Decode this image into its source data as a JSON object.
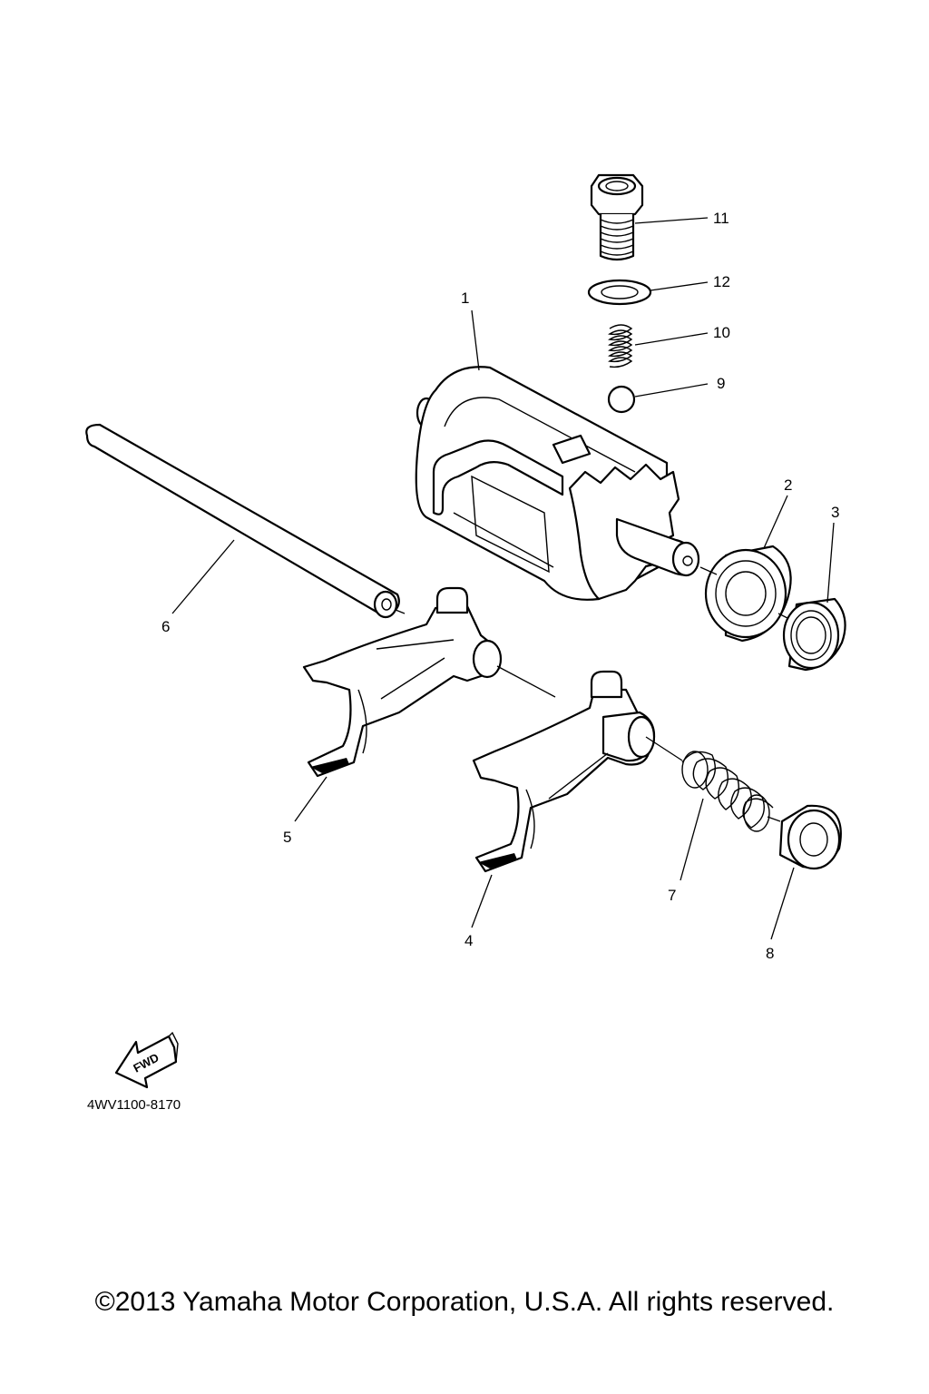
{
  "diagram_code": "4WV1100-8170",
  "copyright": "©2013 Yamaha Motor Corporation, U.S.A. All rights reserved.",
  "fwd_label": "FWD",
  "callouts": {
    "p1": "1",
    "p2": "2",
    "p3": "3",
    "p4": "4",
    "p5": "5",
    "p6": "6",
    "p7": "7",
    "p8": "8",
    "p9": "9",
    "p10": "10",
    "p11": "11",
    "p12": "12"
  }
}
